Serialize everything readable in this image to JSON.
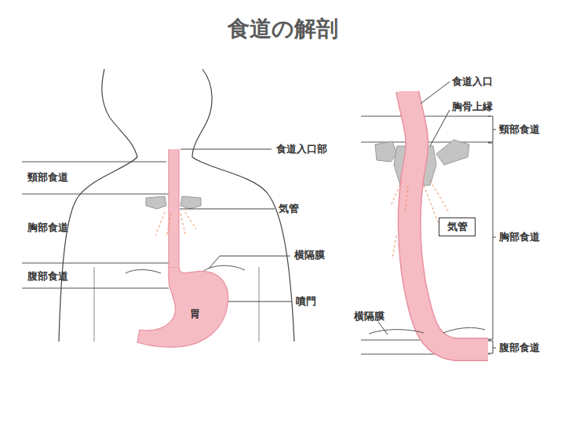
{
  "diagram": {
    "title": "食道の解剖",
    "nodes": [
      {
        "text": [
          "胃"
        ]
      },
      {
        "text": [
          "気管"
        ]
      }
    ],
    "labels": [
      "食道入口部",
      "頸部食道",
      "気管",
      "胸部食道",
      "横隔膜",
      "腹部食道",
      "噴門",
      "食道入口",
      "胸骨上縁",
      "頸部食道",
      "胸部食道",
      "横隔膜",
      "腹部食道"
    ]
  }
}
